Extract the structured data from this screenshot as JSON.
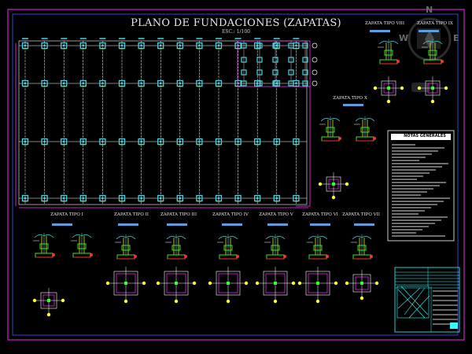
{
  "plan": {
    "title": "PLANO DE FUNDACIONES (ZAPATAS)",
    "scale": "ESC.: 1/100"
  },
  "compass": {
    "n": "N",
    "w": "W",
    "e": "E"
  },
  "details": {
    "t1": "ZAPATA TIPO I",
    "t2": "ZAPATA TIPO II",
    "t3": "ZAPATA TIPO III",
    "t4": "ZAPATA TIPO IV",
    "t5": "ZAPATA TIPO V",
    "t6": "ZAPATA TIPO VI",
    "t7": "ZAPATA TIPO VII",
    "t8": "ZAPATA TIPO VIII",
    "t9": "ZAPATA TIPO IX",
    "t10": "ZAPATA TIPO X"
  },
  "notes": {
    "title": "NOTAS GENERALES"
  },
  "colors": {
    "grid_line": "#ffffff",
    "footing": "#4fd0e0",
    "frame": "#ff33ff",
    "rebar_green": "#33ff33",
    "rebar_yellow": "#ffff33",
    "rebar_red": "#ff3030",
    "bubble": "#ffffff",
    "sheet_border": "#cc22cc"
  }
}
